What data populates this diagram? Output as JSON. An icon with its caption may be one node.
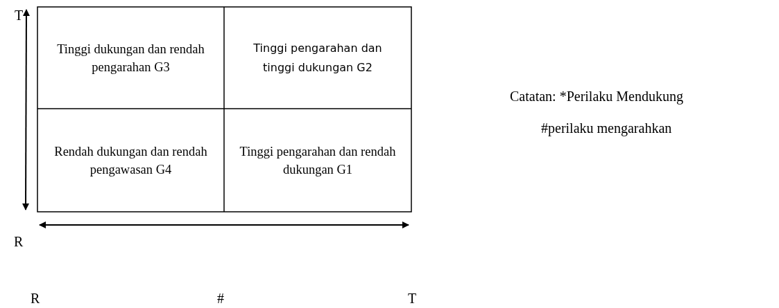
{
  "diagram": {
    "nodes": [
      {
        "text": [
          "Tinggi dukungan dan rendah pengarahan G3"
        ]
      },
      {
        "text": [
          "Tinggi pengarahan dan tinggi dukungan G2"
        ]
      },
      {
        "text": [
          "Rendah dukungan dan rendah pengawasan G4"
        ]
      },
      {
        "text": [
          "Tinggi pengarahan dan rendah dukungan G1"
        ]
      }
    ],
    "edges": [],
    "labels": [
      "T",
      "Catatan: *Perilaku Mendukung",
      "#perilaku mengarahkan",
      "R",
      "R",
      "#",
      "T"
    ]
  }
}
